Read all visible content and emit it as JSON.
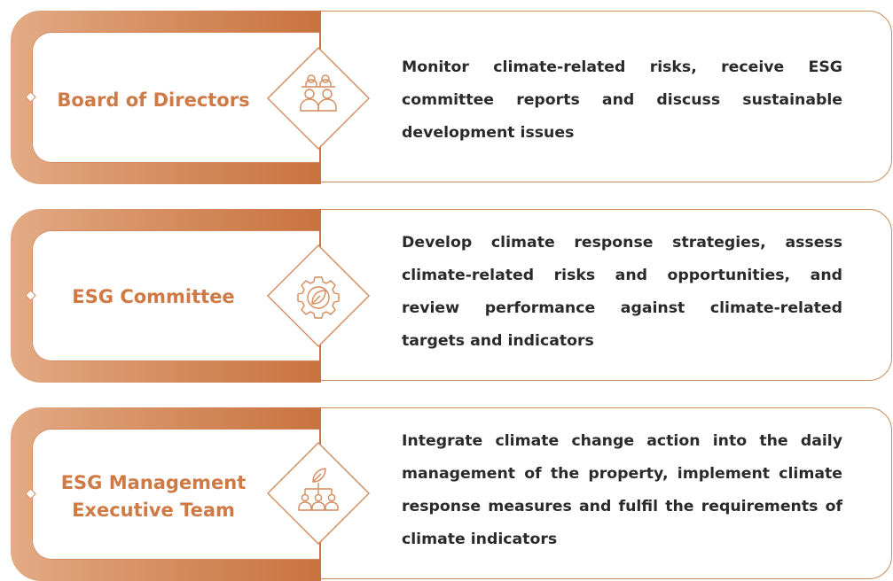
{
  "colors": {
    "accent": "#d48a5c",
    "title_text": "#cf7a45",
    "body_text": "#2a2a2a"
  },
  "rows": [
    {
      "title": "Board of Directors",
      "icon": "board-meeting-icon",
      "description": "Monitor climate-related risks, receive ESG committee reports and discuss sustainable development issues"
    },
    {
      "title": "ESG Committee",
      "icon": "gear-leaf-icon",
      "description": "Develop climate response strategies, assess climate-related risks and opportunities, and review performance against climate-related targets and indicators"
    },
    {
      "title_lines": [
        "ESG Management",
        "Executive Team"
      ],
      "icon": "team-hierarchy-leaf-icon",
      "description": "Integrate climate change action into the daily management of the property, implement climate response measures and fulfil the requirements of climate indicators"
    }
  ]
}
